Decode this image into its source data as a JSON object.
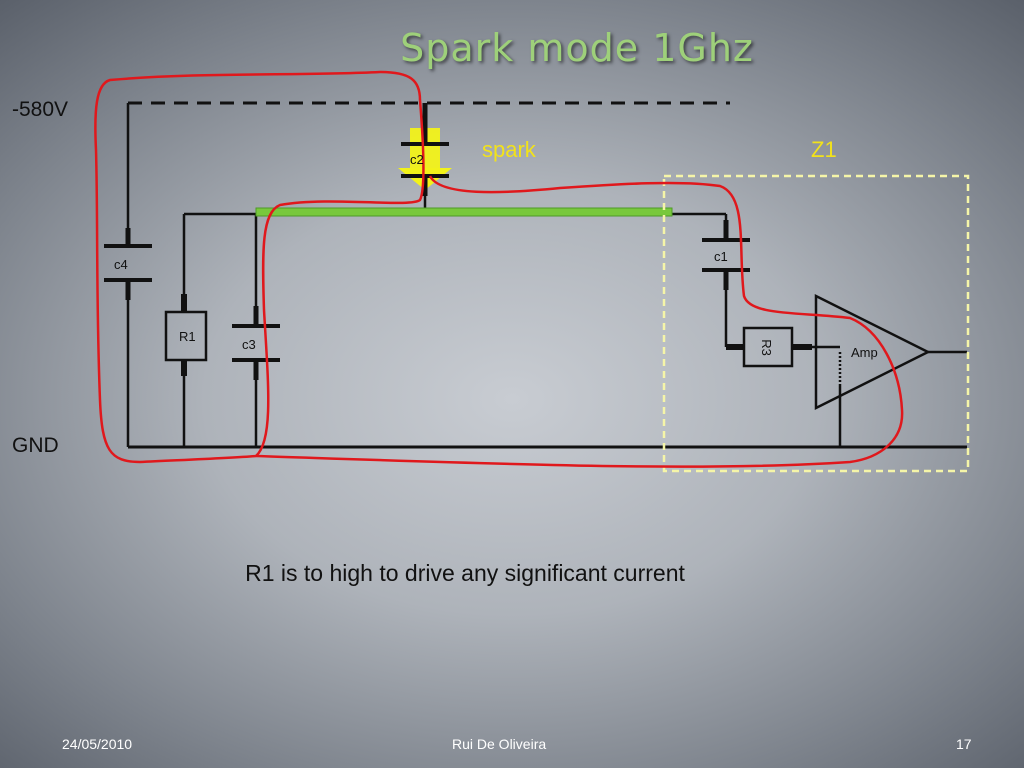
{
  "slide": {
    "title": "Spark mode 1Ghz",
    "note": "R1 is to high to drive any significant current"
  },
  "rails": {
    "hv_label": "-580V",
    "gnd_label": "GND"
  },
  "labels": {
    "spark": "spark",
    "zone": "Z1"
  },
  "components": {
    "c1": "c1",
    "c2": "c2",
    "c3": "c3",
    "c4": "c4",
    "r1": "R1",
    "r3": "R3",
    "amp": "Amp"
  },
  "footer": {
    "date": "24/05/2010",
    "author": "Rui De Oliveira",
    "page": "17"
  },
  "colors": {
    "title": "#9ed07a",
    "current_loop": "#e0181c",
    "spark_highlight": "#f2f21a",
    "spark_label": "#f2e21a",
    "zone_border": "#f2f21a",
    "green_trace": "#78c83c",
    "wire": "#111111"
  }
}
